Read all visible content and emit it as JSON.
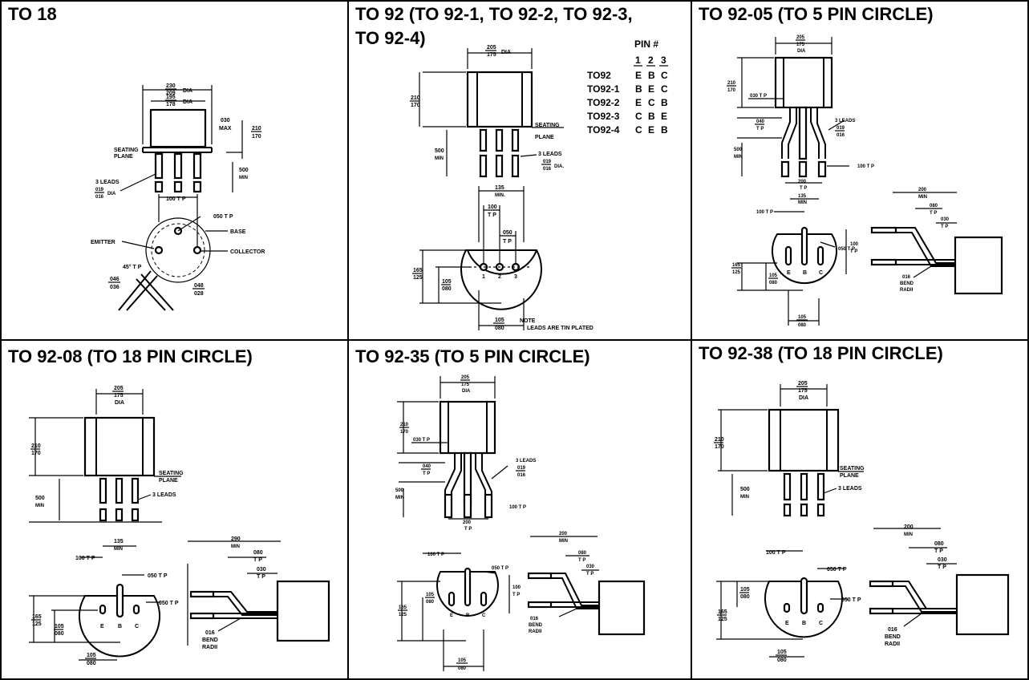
{
  "panels": {
    "to18": {
      "title": "TO 18",
      "labels": {
        "dia_outer": "DIA",
        "dim_outer_top": "230",
        "dim_outer_bot": "209",
        "dia_inner": "DIA",
        "dim_inner_top": "195",
        "dim_inner_bot": "178",
        "dim_030": "030",
        "max": "MAX",
        "dim_h_top": "210",
        "dim_h_bot": "170",
        "seating": "SEATING",
        "plane": "PLANE",
        "dim_500": "500",
        "min": "MIN",
        "leads": "3 LEADS",
        "dim_lead_top": "019",
        "dim_lead_bot": "016",
        "lead_dia": "DIA",
        "tp100": "100 T P",
        "tp050": "050 T P",
        "base": "BASE",
        "emitter": "EMITTER",
        "collector": "COLLECTOR",
        "angle": "45° T P",
        "dim_046_top": "046",
        "dim_046_bot": "036",
        "dim_048_top": "048",
        "dim_048_bot": "028"
      }
    },
    "to92": {
      "title_line1": "TO 92 (TO 92-1, TO 92-2, TO 92-3,",
      "title_line2": "TO 92-4)",
      "pin_header": "PIN #",
      "pin_cols": [
        "1",
        "2",
        "3"
      ],
      "pin_rows": [
        {
          "name": "TO92",
          "pins": [
            "E",
            "B",
            "C"
          ]
        },
        {
          "name": "TO92-1",
          "pins": [
            "B",
            "E",
            "C"
          ]
        },
        {
          "name": "TO92-2",
          "pins": [
            "E",
            "C",
            "B"
          ]
        },
        {
          "name": "TO92-3",
          "pins": [
            "C",
            "B",
            "E"
          ]
        },
        {
          "name": "TO92-4",
          "pins": [
            "C",
            "E",
            "B"
          ]
        }
      ],
      "labels": {
        "dim_dia_top": "205",
        "dim_dia_bot": "175",
        "dia": "DIA",
        "dim_h_top": "210",
        "dim_h_bot": "170",
        "seating": "SEATING",
        "plane": "PLANE",
        "dim_500": "500",
        "min": "MIN",
        "leads": "3 LEADS",
        "dim_lead_top": "019",
        "dim_lead_bot": "016",
        "lead_dia": "DIA.",
        "dim_135": "135",
        "min2": "MIN.",
        "dim_100": "100",
        "tp": "T P",
        "dim_050": "050",
        "tp2": "T P",
        "dim_165_top": "165",
        "dim_165_bot": "125",
        "dim_105_top": "105",
        "dim_105_bot": "080",
        "pin1": "1",
        "pin2": "2",
        "pin3": "3",
        "dim_bot_top": "105",
        "dim_bot_bot": "080",
        "note": "NOTE",
        "note_text": "LEADS ARE TIN PLATED"
      }
    },
    "to9205": {
      "title": "TO 92-05  (TO 5 PIN CIRCLE)",
      "labels": {
        "dim_dia_top": "205",
        "dim_dia_bot": "175",
        "dia": "DIA",
        "dim_h_top": "210",
        "dim_h_bot": "170",
        "tp030": "030 T P",
        "dim_040": "040",
        "tp": "T P",
        "leads": "3 LEADS",
        "dim_lead_top": "019",
        "dim_lead_bot": "016",
        "dim_500": "500",
        "min": "MIN",
        "tp100a": "100 T P",
        "dim_200": "200",
        "tp2": "T P",
        "tp100b": "100 T P",
        "dim_135": "135",
        "min2": "MIN",
        "dim_200r": "200",
        "minr": "MIN",
        "dim_080": "080",
        "tp3": "T P",
        "dim_030": "030",
        "tp4": "T P",
        "tp050": "050 T P",
        "dim_100": "100",
        "tp5": "T P",
        "dim_165_top": "165",
        "dim_165_bot": "125",
        "dim_105_top": "105",
        "dim_105_bot": "080",
        "pinE": "E",
        "pinB": "B",
        "pinC": "C",
        "dim_016": "016",
        "bend": "BEND",
        "radii": "RADII",
        "dim_bot_top": "105",
        "dim_bot_bot": "080"
      }
    },
    "to9208": {
      "title": "TO 92-08  (TO 18 PIN CIRCLE)",
      "labels": {
        "dim_dia_top": "205",
        "dim_dia_bot": "175",
        "dia": "DIA",
        "dim_h_top": "210",
        "dim_h_bot": "170",
        "seating": "SEATING",
        "plane": "PLANE",
        "dim_500": "500",
        "min": "MIN",
        "leads": "3 LEADS",
        "dim_135": "135",
        "min2": "MIN",
        "tp100": "100 T P",
        "tp050a": "050 T P",
        "tp050b": "050 T P",
        "dim_290": "290",
        "minr": "MIN",
        "dim_080": "080",
        "tp": "T P",
        "dim_030": "030",
        "tp2": "T P",
        "dim_165_top": "165",
        "dim_165_bot": "125",
        "dim_105_top": "105",
        "dim_105_bot": "080",
        "pinE": "E",
        "pinB": "B",
        "pinC": "C",
        "dim_016": "016",
        "bend": "BEND",
        "radii": "RADII",
        "dim_bot_top": "105",
        "dim_bot_bot": "080"
      }
    },
    "to9235": {
      "title": "TO 92-35  (TO 5 PIN CIRCLE)",
      "labels": {
        "dim_dia_top": "205",
        "dim_dia_bot": "175",
        "dia": "DIA",
        "dim_h_top": "210",
        "dim_h_bot": "170",
        "tp030": "030 T P",
        "dim_040": "040",
        "tp": "T P",
        "leads": "3 LEADS",
        "dim_lead_top": "019",
        "dim_lead_bot": "016",
        "dim_500": "500",
        "min": "MIN",
        "tp100a": "100 T P",
        "dim_200": "200",
        "tp2": "T P",
        "tp100b": "100 T P",
        "dim_200r": "200",
        "minr": "MIN",
        "dim_080": "080",
        "tp3": "T P",
        "dim_030": "030",
        "tp4": "T P",
        "tp050": "050 T P",
        "dim_100": "100",
        "tp5": "T P",
        "dim_165_top": "165",
        "dim_165_bot": "125",
        "dim_105_top": "105",
        "dim_105_bot": "080",
        "pinE": "E",
        "pinB": "B",
        "pinC": "C",
        "dim_016": "016",
        "bend": "BEND",
        "radii": "RADII",
        "dim_bot_top": "105",
        "dim_bot_bot": "080"
      }
    },
    "to9238": {
      "title": "TO 92-38  (TO 18 PIN CIRCLE)",
      "labels": {
        "dim_dia_top": "205",
        "dim_dia_bot": "175",
        "dia": "DIA",
        "dim_h_top": "210",
        "dim_h_bot": "170",
        "seating": "SEATING",
        "plane": "PLANE",
        "dim_500": "500",
        "min": "MIN",
        "leads": "3 LEADS",
        "tp100": "100 T P",
        "tp050a": "050 T P",
        "tp050b": "050 T P",
        "dim_200": "200",
        "minr": "MIN",
        "dim_080": "080",
        "tp": "T P",
        "dim_030": "030",
        "tp2": "T P",
        "dim_105_top": "105",
        "dim_105_bot": "080",
        "dim_165_top": "165",
        "dim_165_bot": "125",
        "pinE": "E",
        "pinB": "B",
        "pinC": "C",
        "dim_016": "016",
        "bend": "BEND",
        "radii": "RADII",
        "dim_bot_top": "105",
        "dim_bot_bot": "080"
      }
    }
  }
}
